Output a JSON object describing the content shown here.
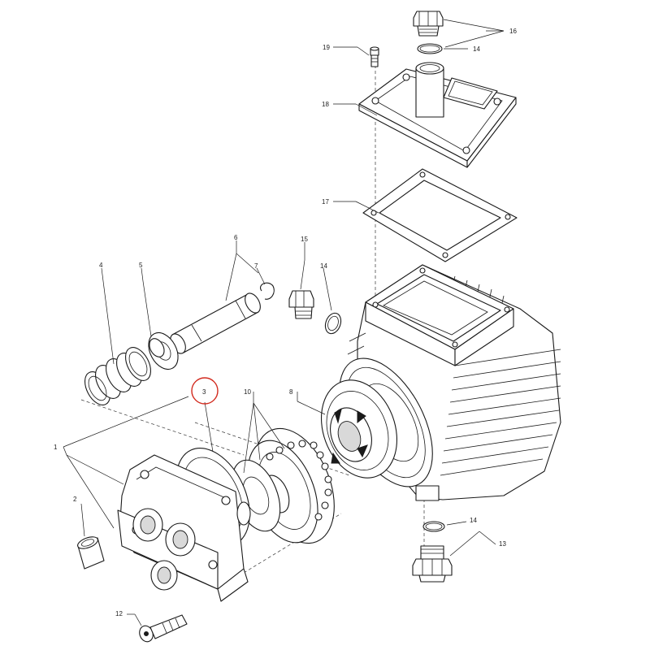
{
  "callouts": [
    {
      "id": "c1",
      "label": "1"
    },
    {
      "id": "c2",
      "label": "2"
    },
    {
      "id": "c3",
      "label": "3"
    },
    {
      "id": "c4",
      "label": "4"
    },
    {
      "id": "c5",
      "label": "5"
    },
    {
      "id": "c6",
      "label": "6"
    },
    {
      "id": "c7",
      "label": "7"
    },
    {
      "id": "c8",
      "label": "8"
    },
    {
      "id": "c10",
      "label": "10"
    },
    {
      "id": "c12",
      "label": "12"
    },
    {
      "id": "c13",
      "label": "13"
    },
    {
      "id": "c14a",
      "label": "14"
    },
    {
      "id": "c14b",
      "label": "14"
    },
    {
      "id": "c14c",
      "label": "14"
    },
    {
      "id": "c15",
      "label": "15"
    },
    {
      "id": "c16",
      "label": "16"
    },
    {
      "id": "c17",
      "label": "17"
    },
    {
      "id": "c18",
      "label": "18"
    },
    {
      "id": "c19",
      "label": "19"
    }
  ],
  "highlight": {
    "callout": "3",
    "color": "#d22a1e"
  }
}
